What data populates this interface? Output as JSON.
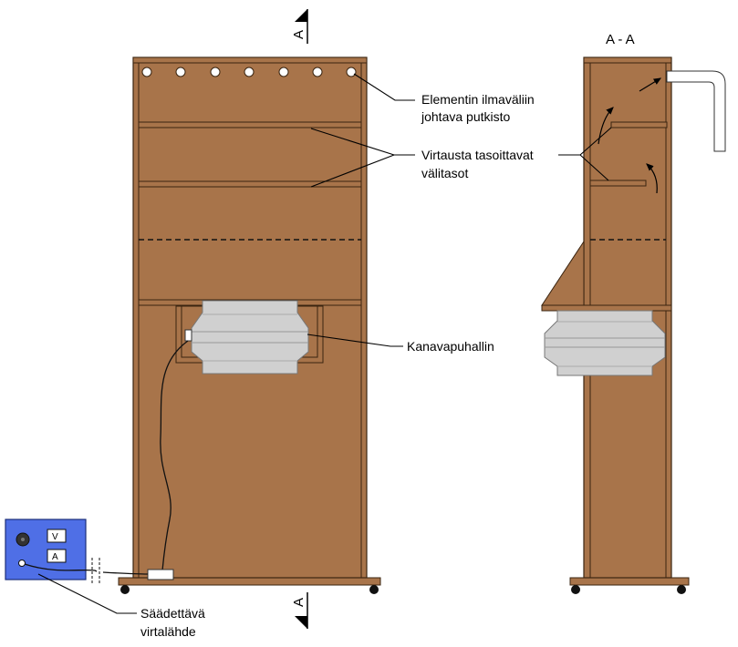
{
  "labels": {
    "putkisto_line1": "Elementin ilmaväliin",
    "putkisto_line2": "johtava putkisto",
    "valitasot_line1": "Virtausta tasoittavat",
    "valitasot_line2": "välitasot",
    "puhallin": "Kanavapuhallin",
    "virtalahde_line1": "Säädettävä",
    "virtalahde_line2": "virtalähde"
  },
  "section": {
    "marker_top": "A",
    "marker_bottom": "A",
    "title": "A - A"
  },
  "power_supply": {
    "meter_v": "V",
    "meter_a": "A"
  },
  "colors": {
    "wood": "#A8744A",
    "wood_edge": "#3a2410",
    "fan": "#D0D0D0",
    "power_supply": "#4F6FE6"
  }
}
